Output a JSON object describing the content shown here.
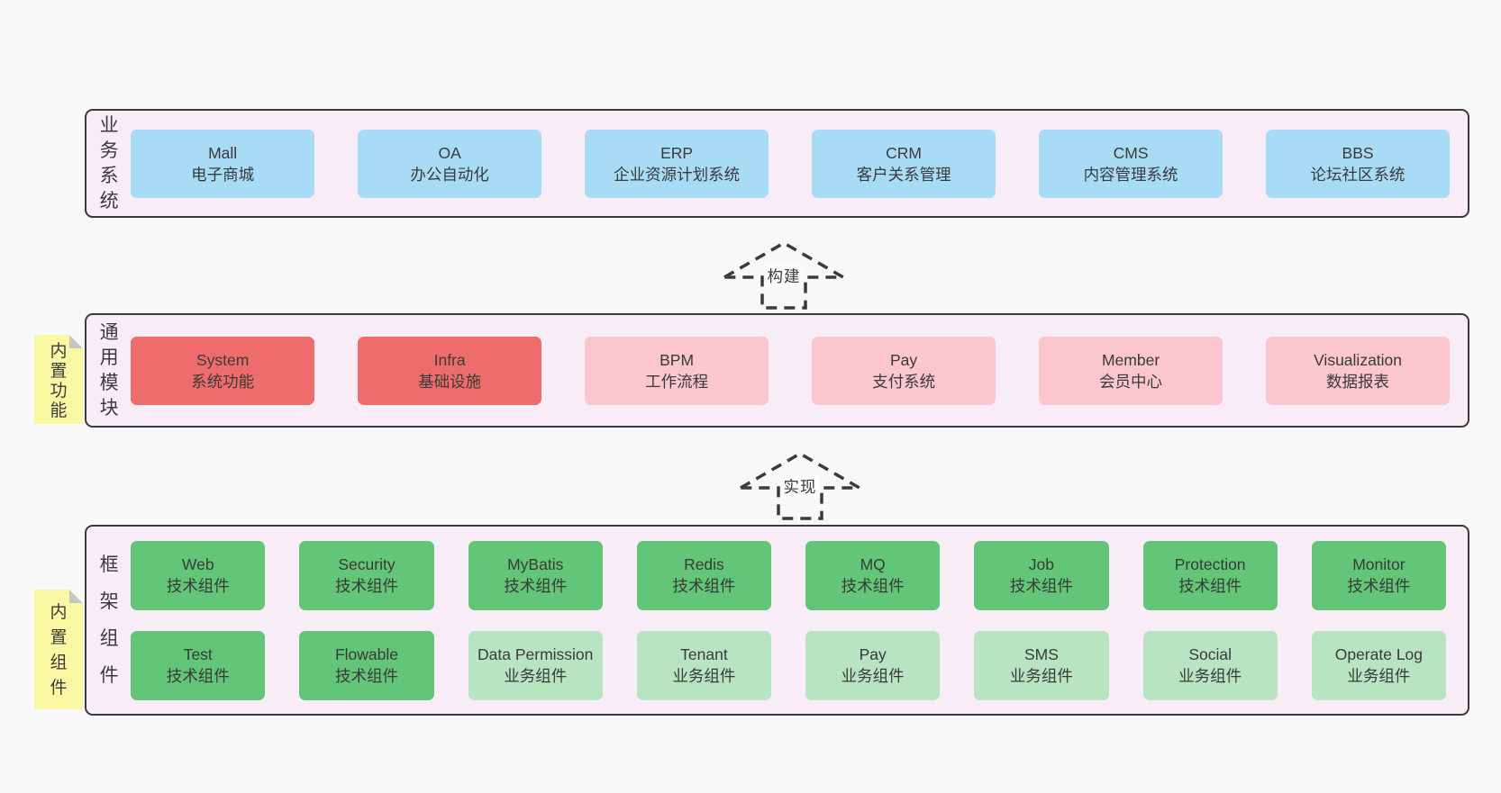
{
  "colors": {
    "page_bg": "#F8F8F8",
    "band_bg": "#F8EDF6",
    "band_border": "#3A3A3A",
    "blue_box": "#A8DCF6",
    "red_box": "#EE6C6C",
    "pink_box": "#FBC6CE",
    "green_box": "#62C577",
    "light_green_box": "#B9E4C2",
    "sticky_yellow": "#FAF8A2",
    "text": "#3A3A3A"
  },
  "arrows": [
    {
      "label": "构建"
    },
    {
      "label": "实现"
    }
  ],
  "bands": [
    {
      "label": "业务系统",
      "boxes": [
        {
          "title": "Mall",
          "subtitle": "电子商城",
          "variant": "blue"
        },
        {
          "title": "OA",
          "subtitle": "办公自动化",
          "variant": "blue"
        },
        {
          "title": "ERP",
          "subtitle": "企业资源计划系统",
          "variant": "blue"
        },
        {
          "title": "CRM",
          "subtitle": "客户关系管理",
          "variant": "blue"
        },
        {
          "title": "CMS",
          "subtitle": "内容管理系统",
          "variant": "blue"
        },
        {
          "title": "BBS",
          "subtitle": "论坛社区系统",
          "variant": "blue"
        }
      ]
    },
    {
      "label": "通用模块",
      "sticky": "内置功能",
      "boxes": [
        {
          "title": "System",
          "subtitle": "系统功能",
          "variant": "red"
        },
        {
          "title": "Infra",
          "subtitle": "基础设施",
          "variant": "red"
        },
        {
          "title": "BPM",
          "subtitle": "工作流程",
          "variant": "pink"
        },
        {
          "title": "Pay",
          "subtitle": "支付系统",
          "variant": "pink"
        },
        {
          "title": "Member",
          "subtitle": "会员中心",
          "variant": "pink"
        },
        {
          "title": "Visualization",
          "subtitle": "数据报表",
          "variant": "pink"
        }
      ]
    },
    {
      "label": "框架组件",
      "sticky": "内置组件",
      "rows": [
        [
          {
            "title": "Web",
            "subtitle": "技术组件",
            "variant": "green"
          },
          {
            "title": "Security",
            "subtitle": "技术组件",
            "variant": "green"
          },
          {
            "title": "MyBatis",
            "subtitle": "技术组件",
            "variant": "green"
          },
          {
            "title": "Redis",
            "subtitle": "技术组件",
            "variant": "green"
          },
          {
            "title": "MQ",
            "subtitle": "技术组件",
            "variant": "green"
          },
          {
            "title": "Job",
            "subtitle": "技术组件",
            "variant": "green"
          },
          {
            "title": "Protection",
            "subtitle": "技术组件",
            "variant": "green"
          },
          {
            "title": "Monitor",
            "subtitle": "技术组件",
            "variant": "green"
          }
        ],
        [
          {
            "title": "Test",
            "subtitle": "技术组件",
            "variant": "green"
          },
          {
            "title": "Flowable",
            "subtitle": "技术组件",
            "variant": "green"
          },
          {
            "title": "Data Permission",
            "subtitle": "业务组件",
            "variant": "lightgreen"
          },
          {
            "title": "Tenant",
            "subtitle": "业务组件",
            "variant": "lightgreen"
          },
          {
            "title": "Pay",
            "subtitle": "业务组件",
            "variant": "lightgreen"
          },
          {
            "title": "SMS",
            "subtitle": "业务组件",
            "variant": "lightgreen"
          },
          {
            "title": "Social",
            "subtitle": "业务组件",
            "variant": "lightgreen"
          },
          {
            "title": "Operate Log",
            "subtitle": "业务组件",
            "variant": "lightgreen"
          }
        ]
      ]
    }
  ]
}
